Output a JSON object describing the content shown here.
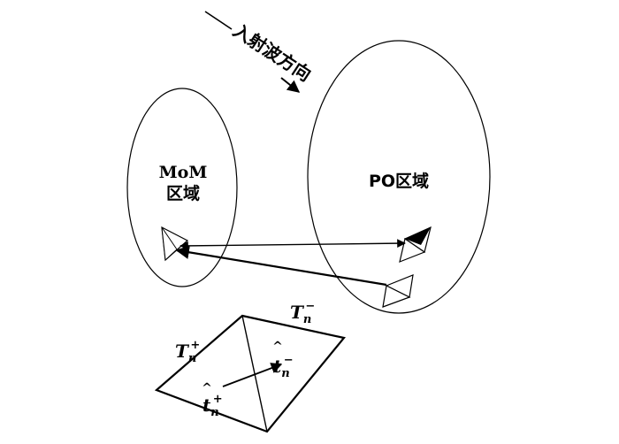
{
  "incident_label": "入射波方向",
  "mom_region": {
    "line1": "MoM",
    "line2": "区域"
  },
  "po_region": {
    "label": "PO区域"
  },
  "triangle_pair": {
    "t_plus": {
      "base": "T",
      "sub": "n",
      "sup": "+"
    },
    "t_minus": {
      "base": "T",
      "sub": "n",
      "sup": "−"
    },
    "vec_plus": {
      "base": "t",
      "hat": "^",
      "sub": "n",
      "sup": "+"
    },
    "vec_minus": {
      "base": "t",
      "hat": "^",
      "sub": "n",
      "sup": "−"
    }
  },
  "colors": {
    "stroke": "#000000",
    "fill_dark": "#000000",
    "background": "#ffffff"
  }
}
